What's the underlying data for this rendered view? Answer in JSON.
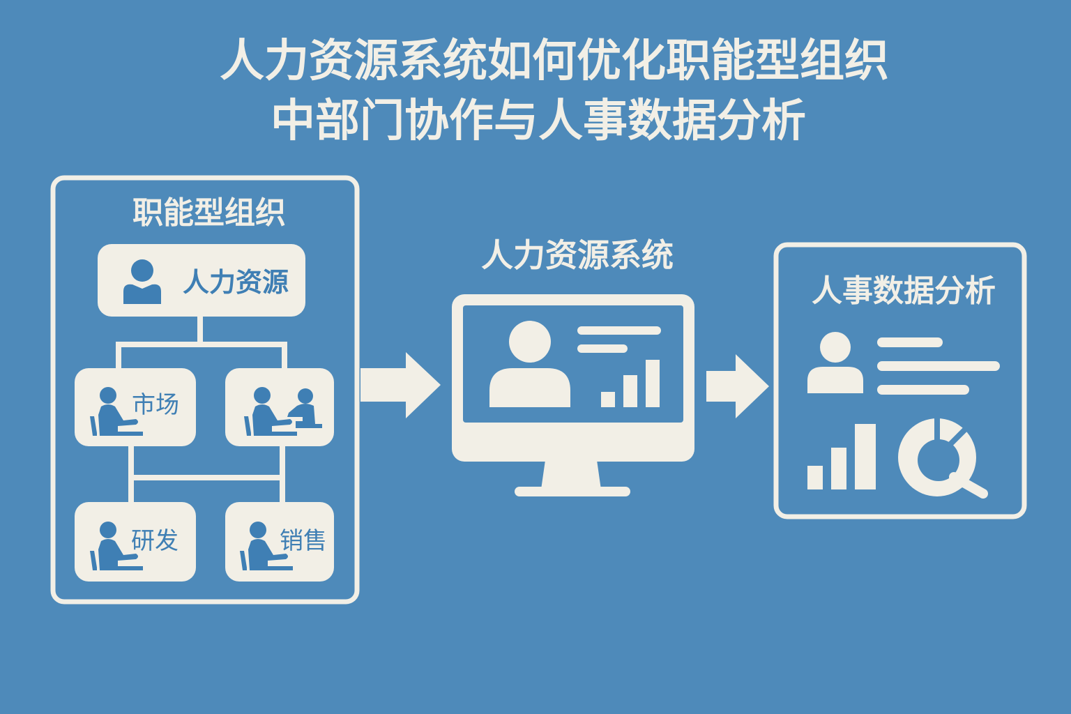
{
  "title": {
    "line1": "人力资源系统如何优化职能型组织",
    "line2": "中部门协作与人事数据分析"
  },
  "org_panel": {
    "heading": "职能型组织",
    "top_node": "人力资源",
    "departments": [
      "市场",
      "",
      "研发",
      "销售"
    ]
  },
  "hr_system": {
    "heading": "人力资源系统"
  },
  "analysis_panel": {
    "heading": "人事数据分析"
  },
  "colors": {
    "background": "#4e8aba",
    "foreground": "#f2efe6",
    "accent_text": "#3f7fb4"
  }
}
